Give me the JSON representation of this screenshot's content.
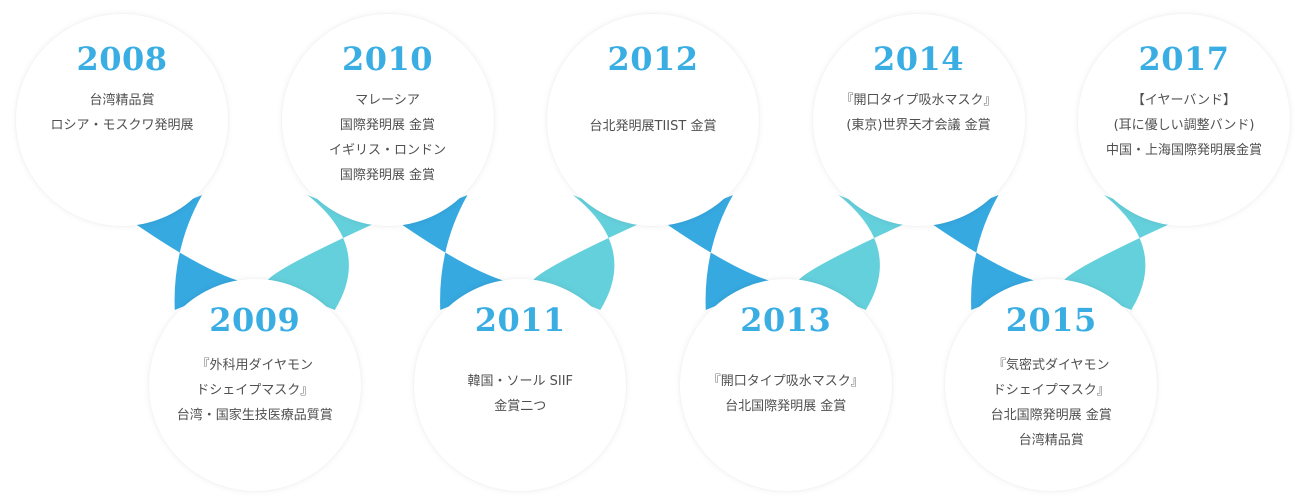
{
  "accent_colors": {
    "year": "#3aaee3",
    "link_dark": "#36a9e1",
    "link_light": "#64d0dc"
  },
  "milestones": [
    {
      "year": "2008",
      "row": "top",
      "lines": [
        "台湾精品賞",
        "ロシア・モスクワ発明展"
      ]
    },
    {
      "year": "2009",
      "row": "bottom",
      "lines": [
        "『外科用ダイヤモン",
        "ドシェイプマスク』",
        "台湾・国家生技医療品質賞"
      ]
    },
    {
      "year": "2010",
      "row": "top",
      "lines": [
        "マレーシア",
        "国際発明展 金賞",
        "イギリス・ロンドン",
        "国際発明展 金賞"
      ]
    },
    {
      "year": "2011",
      "row": "bottom",
      "lines": [
        "韓国・ソール SIIF",
        "金賞二つ"
      ]
    },
    {
      "year": "2012",
      "row": "top",
      "lines": [
        "台北発明展TIIST 金賞"
      ]
    },
    {
      "year": "2013",
      "row": "bottom",
      "lines": [
        "『開口タイプ吸水マスク』",
        "台北国際発明展 金賞"
      ]
    },
    {
      "year": "2014",
      "row": "top",
      "lines": [
        "『開口タイプ吸水マスク』",
        "(東京)世界天才会議 金賞"
      ]
    },
    {
      "year": "2015",
      "row": "bottom",
      "lines": [
        "『気密式ダイヤモン",
        "ドシェイプマスク』",
        "台北国際発明展 金賞",
        "台湾精品賞"
      ]
    },
    {
      "year": "2017",
      "row": "top",
      "lines": [
        "【イヤーバンド】",
        "(耳に優しい調整バンド)",
        "中国・上海国際発明展金賞"
      ]
    }
  ]
}
